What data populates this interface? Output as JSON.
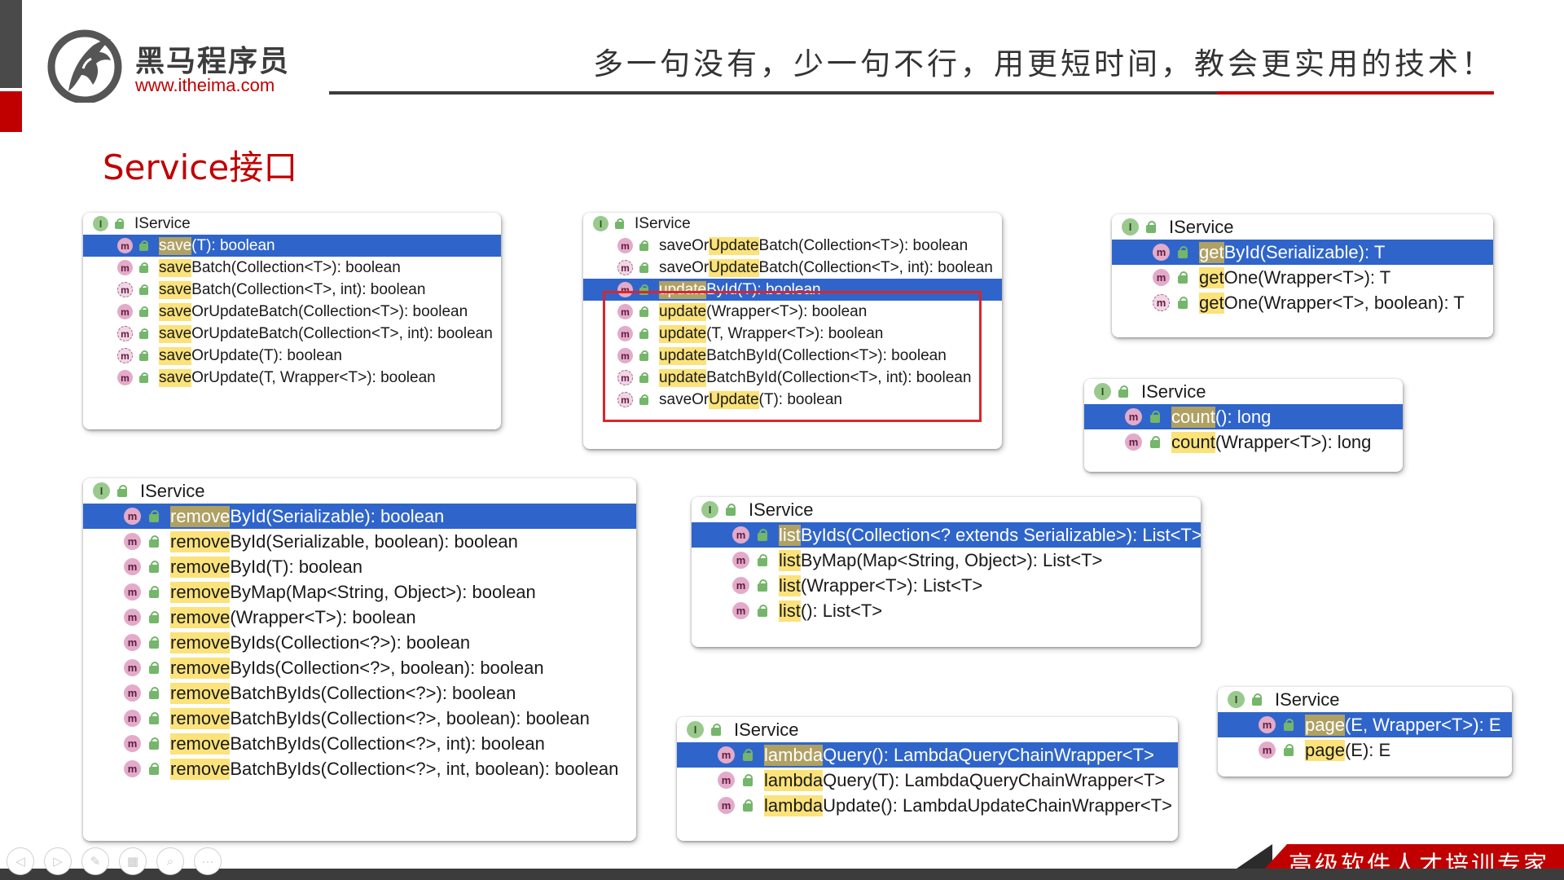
{
  "header": {
    "logo_cn": "黑马程序员",
    "logo_url": "www.itheima.com",
    "slogan": "多一句没有，少一句不行，用更短时间，教会更实用的技术！"
  },
  "page_title": "Service接口",
  "panels": {
    "save": {
      "title": "IService",
      "rows": [
        {
          "hl": "save",
          "rest": "(T): boolean",
          "abstract": false
        },
        {
          "hl": "save",
          "rest": "Batch(Collection<T>): boolean",
          "abstract": false
        },
        {
          "hl": "save",
          "rest": "Batch(Collection<T>, int): boolean",
          "abstract": true
        },
        {
          "hl": "save",
          "rest": "OrUpdateBatch(Collection<T>): boolean",
          "abstract": false
        },
        {
          "hl": "save",
          "rest": "OrUpdateBatch(Collection<T>, int): boolean",
          "abstract": true
        },
        {
          "hl": "save",
          "rest": "OrUpdate(T): boolean",
          "abstract": true
        },
        {
          "hl": "save",
          "rest": "OrUpdate(T, Wrapper<T>): boolean",
          "abstract": false
        }
      ]
    },
    "update": {
      "title": "IService",
      "rows": [
        {
          "pre": "saveOr",
          "hl": "Update",
          "rest": "Batch(Collection<T>): boolean",
          "abstract": false
        },
        {
          "pre": "saveOr",
          "hl": "Update",
          "rest": "Batch(Collection<T>, int): boolean",
          "abstract": true
        },
        {
          "pre": "",
          "hl": "update",
          "rest": "ById(T): boolean",
          "abstract": false
        },
        {
          "pre": "",
          "hl": "update",
          "rest": "(Wrapper<T>): boolean",
          "abstract": false
        },
        {
          "pre": "",
          "hl": "update",
          "rest": "(T, Wrapper<T>): boolean",
          "abstract": false
        },
        {
          "pre": "",
          "hl": "update",
          "rest": "BatchById(Collection<T>): boolean",
          "abstract": false
        },
        {
          "pre": "",
          "hl": "update",
          "rest": "BatchById(Collection<T>, int): boolean",
          "abstract": true
        },
        {
          "pre": "saveOr",
          "hl": "Update",
          "rest": "(T): boolean",
          "abstract": true
        }
      ]
    },
    "get": {
      "title": "IService",
      "rows": [
        {
          "hl": "get",
          "rest": "ById(Serializable): T",
          "abstract": false
        },
        {
          "hl": "get",
          "rest": "One(Wrapper<T>): T",
          "abstract": false
        },
        {
          "hl": "get",
          "rest": "One(Wrapper<T>, boolean): T",
          "abstract": true
        }
      ]
    },
    "count": {
      "title": "IService",
      "rows": [
        {
          "hl": "count",
          "rest": "(): long",
          "abstract": false
        },
        {
          "hl": "count",
          "rest": "(Wrapper<T>): long",
          "abstract": false
        }
      ]
    },
    "remove": {
      "title": "IService",
      "rows": [
        {
          "hl": "remove",
          "rest": "ById(Serializable): boolean",
          "abstract": false
        },
        {
          "hl": "remove",
          "rest": "ById(Serializable, boolean): boolean",
          "abstract": false
        },
        {
          "hl": "remove",
          "rest": "ById(T): boolean",
          "abstract": false
        },
        {
          "hl": "remove",
          "rest": "ByMap(Map<String, Object>): boolean",
          "abstract": false
        },
        {
          "hl": "remove",
          "rest": "(Wrapper<T>): boolean",
          "abstract": false
        },
        {
          "hl": "remove",
          "rest": "ByIds(Collection<?>): boolean",
          "abstract": false
        },
        {
          "hl": "remove",
          "rest": "ByIds(Collection<?>, boolean): boolean",
          "abstract": false
        },
        {
          "hl": "remove",
          "rest": "BatchByIds(Collection<?>): boolean",
          "abstract": false
        },
        {
          "hl": "remove",
          "rest": "BatchByIds(Collection<?>, boolean): boolean",
          "abstract": false
        },
        {
          "hl": "remove",
          "rest": "BatchByIds(Collection<?>, int): boolean",
          "abstract": false
        },
        {
          "hl": "remove",
          "rest": "BatchByIds(Collection<?>, int, boolean): boolean",
          "abstract": false
        }
      ]
    },
    "list": {
      "title": "IService",
      "rows": [
        {
          "hl": "list",
          "rest": "ByIds(Collection<? extends Serializable>): List<T>",
          "abstract": false
        },
        {
          "hl": "list",
          "rest": "ByMap(Map<String, Object>): List<T>",
          "abstract": false
        },
        {
          "hl": "list",
          "rest": "(Wrapper<T>): List<T>",
          "abstract": false
        },
        {
          "hl": "list",
          "rest": "(): List<T>",
          "abstract": false
        }
      ]
    },
    "lambda": {
      "title": "IService",
      "rows": [
        {
          "hl": "lambda",
          "rest": "Query(): LambdaQueryChainWrapper<T>",
          "abstract": false
        },
        {
          "hl": "lambda",
          "rest": "Query(T): LambdaQueryChainWrapper<T>",
          "abstract": false
        },
        {
          "hl": "lambda",
          "rest": "Update(): LambdaUpdateChainWrapper<T>",
          "abstract": false
        }
      ]
    },
    "page": {
      "title": "IService",
      "rows": [
        {
          "hl": "page",
          "rest": "(E, Wrapper<T>): E",
          "abstract": false
        },
        {
          "hl": "page",
          "rest": "(E): E",
          "abstract": false
        }
      ]
    }
  },
  "icons": {
    "interface_letter": "I",
    "method_letter": "m"
  },
  "footer": {
    "tagline": "高级软件人才培训专家"
  },
  "nav": [
    {
      "name": "prev-icon",
      "glyph": "◁"
    },
    {
      "name": "next-icon",
      "glyph": "▷"
    },
    {
      "name": "pen-icon",
      "glyph": "✎"
    },
    {
      "name": "slides-icon",
      "glyph": "▦"
    },
    {
      "name": "zoom-icon",
      "glyph": "⌕"
    },
    {
      "name": "more-icon",
      "glyph": "···"
    }
  ],
  "colors": {
    "accent_red": "#c00000",
    "selection_blue": "#2f65ca",
    "highlight_yellow": "#fbe27a"
  }
}
